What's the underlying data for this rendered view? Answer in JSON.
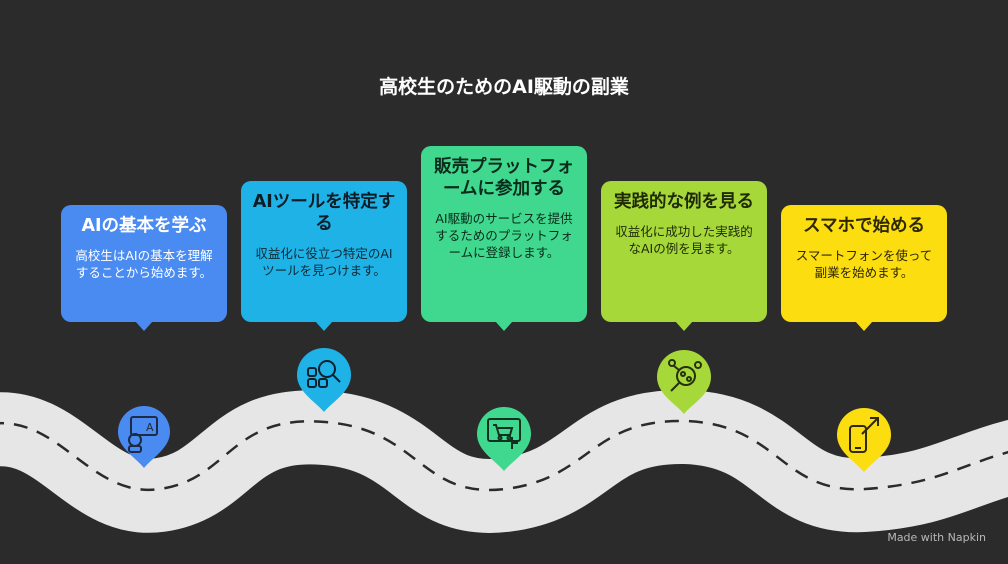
{
  "title": "高校生のためのAI駆動の副業",
  "colors": {
    "background": "#2b2b2b",
    "road": "#e6e6e6",
    "step1": "#4a8bf2",
    "step2": "#1fb2e6",
    "step3": "#3fd88e",
    "step4": "#a6d83a",
    "step5": "#fbdd10"
  },
  "steps": [
    {
      "title": "AIの基本を学ぶ",
      "description": "高校生はAIの基本を理解することから始めます。",
      "icon": "robot-ai-icon"
    },
    {
      "title": "AIツールを特定する",
      "description": "収益化に役立つ特定のAIツールを見つけます。",
      "icon": "magnifier-tools-icon"
    },
    {
      "title": "販売プラットフォームに参加する",
      "description": "AI駆動のサービスを提供するためのプラットフォームに登録します。",
      "icon": "shopping-cart-icon"
    },
    {
      "title": "実践的な例を見る",
      "description": "収益化に成功した実践的なAIの例を見ます。",
      "icon": "network-search-icon"
    },
    {
      "title": "スマホで始める",
      "description": "スマートフォンを使って副業を始めます。",
      "icon": "smartphone-arrow-icon"
    }
  ],
  "watermark": "Made with Napkin"
}
